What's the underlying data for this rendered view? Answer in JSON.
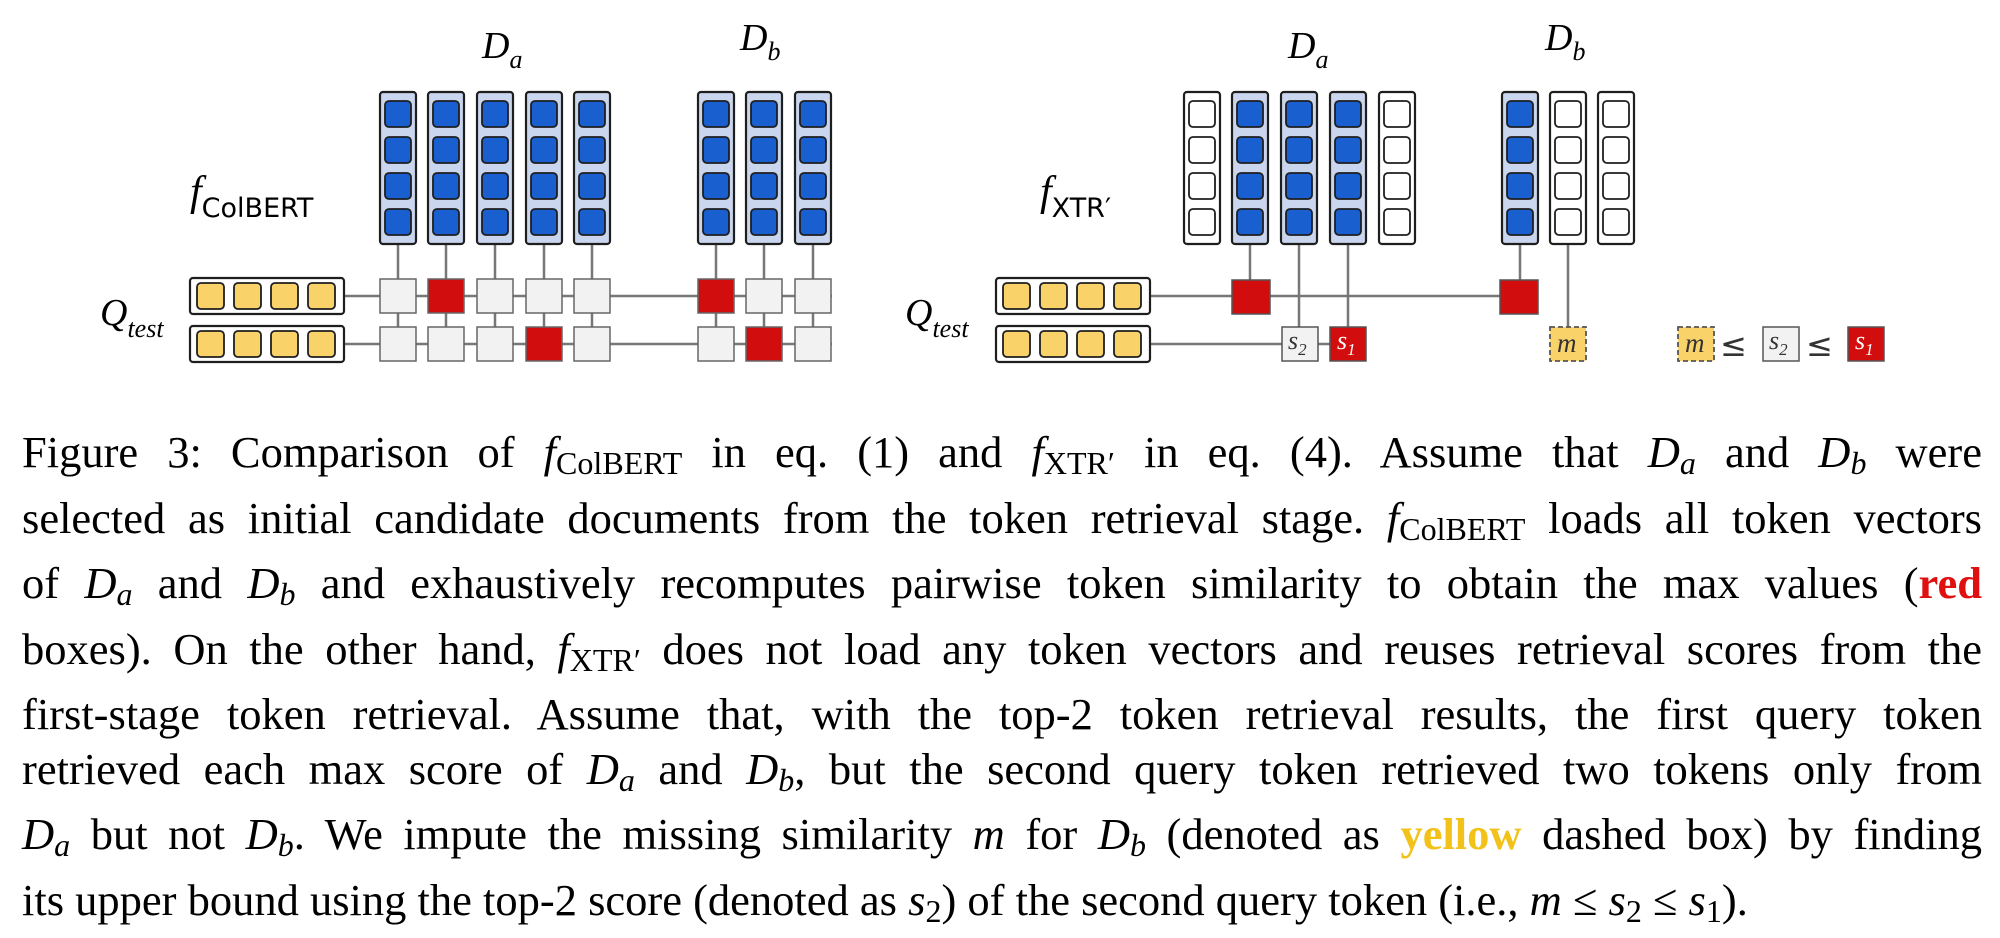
{
  "figure": {
    "left_panel": {
      "function_label_main": "f",
      "function_label_sub": "ColBERT",
      "query_label_main": "Q",
      "query_label_sub": "test",
      "doc_a_main": "D",
      "doc_a_sub": "a",
      "doc_b_main": "D",
      "doc_b_sub": "b"
    },
    "right_panel": {
      "function_label_main": "f",
      "function_label_sub": "XTR′",
      "query_label_main": "Q",
      "query_label_sub": "test",
      "doc_a_main": "D",
      "doc_a_sub": "a",
      "doc_b_main": "D",
      "doc_b_sub": "b",
      "score_s2_main": "s",
      "score_s2_sub": "2",
      "score_s1_main": "s",
      "score_s1_sub": "1",
      "imputed_label": "m"
    },
    "legend": {
      "m": "m",
      "leq1": "≤",
      "s2_main": "s",
      "s2_sub": "2",
      "leq2": "≤",
      "s1_main": "s",
      "s1_sub": "1"
    },
    "colors": {
      "retrieved_token": "#1a5fd0",
      "token_column_bg": "#c9d6ee",
      "empty_token": "#f2f2f2",
      "query_token": "#f9d36a",
      "max_score": "#d10d0d",
      "imputed": "#f9d36a"
    }
  },
  "caption": {
    "l1_a": "Figure 3: Comparison of ",
    "l1_f1": "f",
    "l1_f1_sub": "ColBERT",
    "l1_b": " in eq. (1) and ",
    "l1_f2": "f",
    "l1_f2_sub": "XTR′",
    "l1_c": " in eq. (4).  Assume that ",
    "l1_d1": "D",
    "l1_d1_sub": "a",
    "l1_d": " and ",
    "l1_d2": "D",
    "l1_d2_sub": "b",
    "l1_e": " were",
    "l2_a": "selected as initial candidate documents from the token retrieval stage. ",
    "l2_f": "f",
    "l2_f_sub": "ColBERT",
    "l2_b": " loads all token vectors",
    "l3_a": "of ",
    "l3_d1": "D",
    "l3_d1_sub": "a",
    "l3_b": " and ",
    "l3_d2": "D",
    "l3_d2_sub": "b",
    "l3_c": " and exhaustively recomputes pairwise token similarity to obtain the max values (",
    "l3_red": "red",
    "l4_a": "boxes). On the other hand, ",
    "l4_f": "f",
    "l4_f_sub": "XTR′",
    "l4_b": " does not load any token vectors and reuses retrieval scores from the",
    "l5": "first-stage token retrieval.  Assume that, with the top-2 token retrieval results, the first query token",
    "l6_a": "retrieved each max score of ",
    "l6_d1": "D",
    "l6_d1_sub": "a",
    "l6_b": " and ",
    "l6_d2": "D",
    "l6_d2_sub": "b",
    "l6_c": ", but the second query token retrieved two tokens only from",
    "l7_d1": "D",
    "l7_d1_sub": "a",
    "l7_a": " but not ",
    "l7_d2": "D",
    "l7_d2_sub": "b",
    "l7_b": ". We impute the missing similarity ",
    "l7_m": "m",
    "l7_c": " for ",
    "l7_d3": "D",
    "l7_d3_sub": "b",
    "l7_d": " (denoted as ",
    "l7_yellow": "yellow",
    "l7_e": " dashed box) by finding",
    "l8_a": "its upper bound using the top-2 score (denoted as ",
    "l8_s": "s",
    "l8_s_sub": "2",
    "l8_b": ") of the second query token (i.e., ",
    "l8_m": "m",
    "l8_leq1": " ≤ ",
    "l8_s2": "s",
    "l8_s2_sub": "2",
    "l8_leq2": " ≤ ",
    "l8_s1": "s",
    "l8_s1_sub": "1",
    "l8_c": ")."
  }
}
